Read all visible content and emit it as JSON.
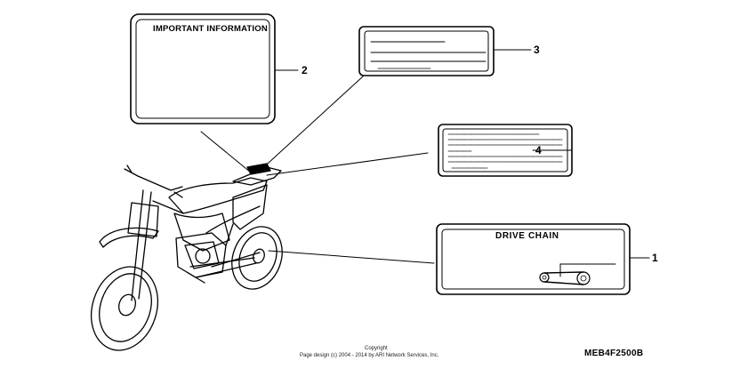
{
  "labels": {
    "important_information": "IMPORTANT INFORMATION",
    "drive_chain": "DRIVE CHAIN"
  },
  "callouts": [
    "1",
    "2",
    "3",
    "4"
  ],
  "footer": {
    "copyright_line1": "Copyright",
    "copyright_line2": "Page design (c) 2004 - 2014 by ARI Network Services, Inc.",
    "diagram_code": "MEB4F2500B"
  }
}
